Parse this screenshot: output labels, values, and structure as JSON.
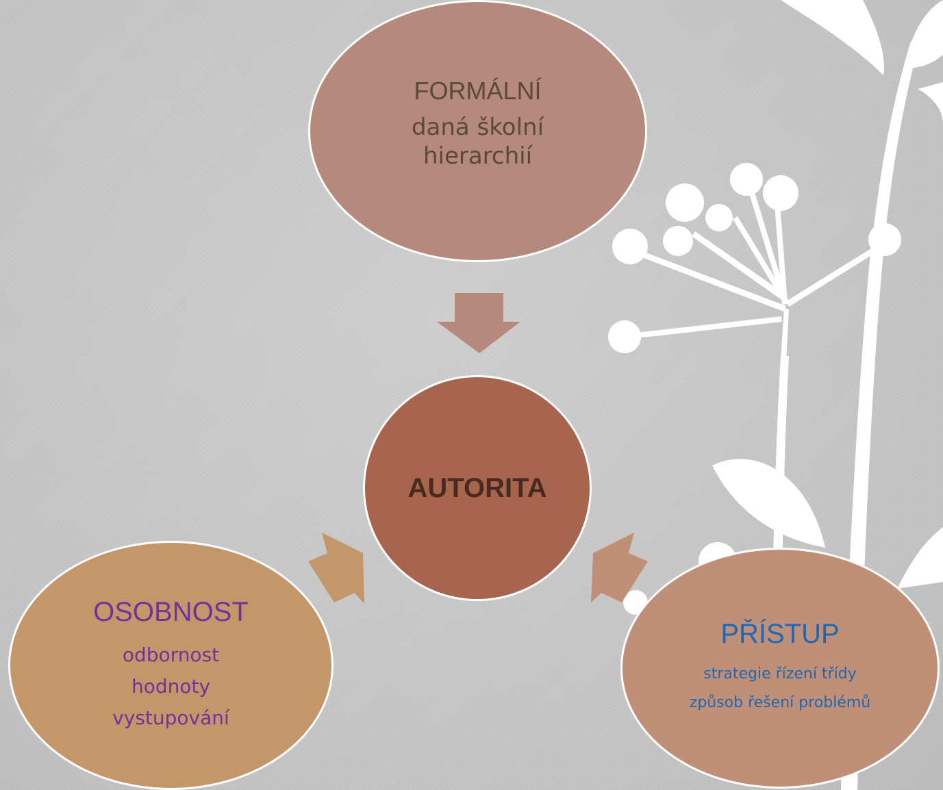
{
  "diagram": {
    "center": {
      "label": "AUTORITA",
      "color": "#a6654c"
    },
    "nodes": {
      "formal": {
        "title": "FORMÁLNÍ",
        "lines": [
          "daná školní",
          "hierarchií"
        ],
        "color": "#b5897c",
        "text_color": "#5a4a37"
      },
      "personality": {
        "title": "OSOBNOST",
        "lines": [
          "odbornost",
          "hodnoty",
          "vystupování"
        ],
        "color": "#c4976b",
        "text_color": "#73329a"
      },
      "approach": {
        "title": "PŘÍSTUP",
        "lines": [
          "strategie řízení třídy",
          "způsob řešení problémů"
        ],
        "color": "#bf9077",
        "text_color": "#2166b0"
      }
    },
    "arrow_colors": {
      "top": "#b5897c",
      "left": "#c4976b",
      "right": "#bf9077"
    }
  }
}
